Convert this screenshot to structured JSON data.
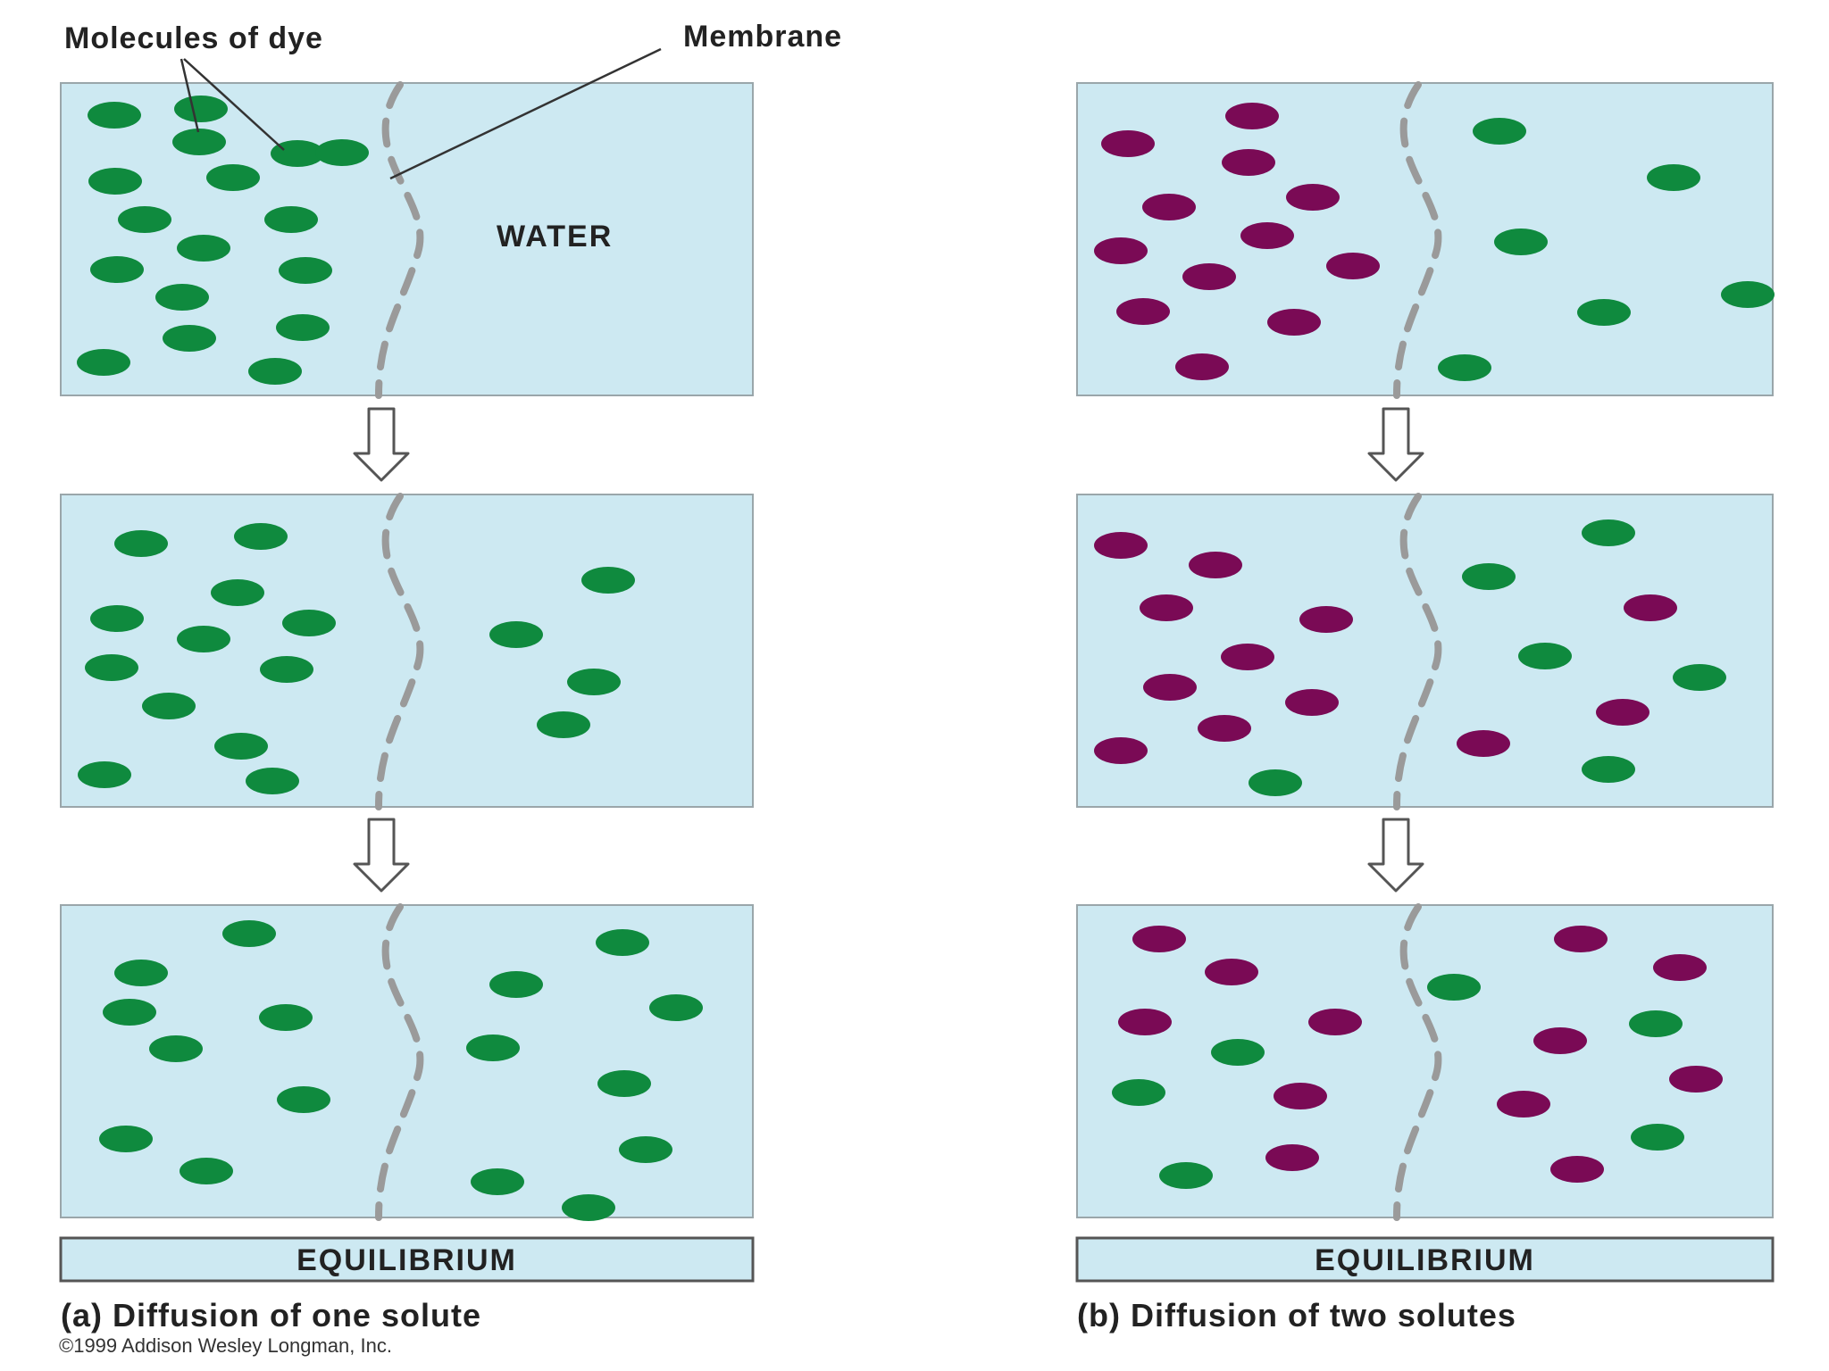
{
  "labels": {
    "molecules_of_dye": "Molecules of dye",
    "membrane": "Membrane",
    "water": "WATER",
    "equilibrium_a": "EQUILIBRIUM",
    "equilibrium_b": "EQUILIBRIUM",
    "caption_a": "(a) Diffusion of one solute",
    "caption_b": "(b) Diffusion of two solutes",
    "copyright": "©1999 Addison Wesley Longman, Inc."
  },
  "colors": {
    "panel_fill": "#cde9f2",
    "panel_border": "#9aa6aa",
    "membrane": "#9a9a9a",
    "green_molecule": "#0f8a3e",
    "purple_molecule": "#7a0a55",
    "arrow_fill": "#ffffff",
    "arrow_stroke": "#555555"
  },
  "icons": {
    "down_arrow": "down-arrow-icon"
  },
  "panels": [
    {
      "id": "a-1",
      "column": "a",
      "stage": 1
    },
    {
      "id": "a-2",
      "column": "a",
      "stage": 2
    },
    {
      "id": "a-3",
      "column": "a",
      "stage": 3
    },
    {
      "id": "b-1",
      "column": "b",
      "stage": 1
    },
    {
      "id": "b-2",
      "column": "b",
      "stage": 2
    },
    {
      "id": "b-3",
      "column": "b",
      "stage": 3
    }
  ]
}
